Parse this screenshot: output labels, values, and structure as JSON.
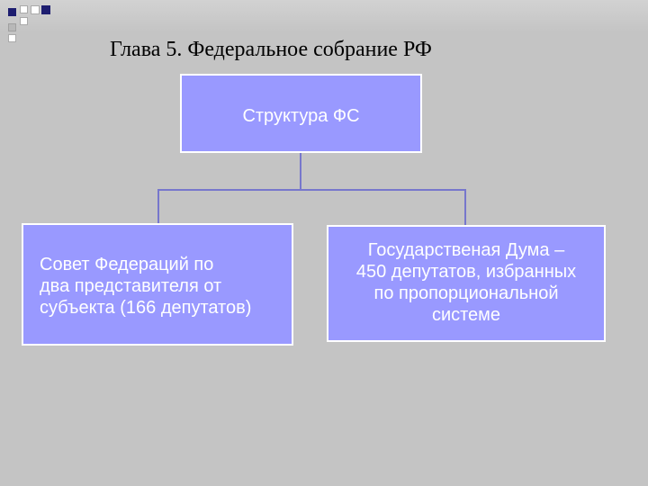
{
  "slide": {
    "title": "Глава 5. Федеральное собрание РФ"
  },
  "diagram": {
    "root": {
      "label": "Структура ФС"
    },
    "children": [
      {
        "label": "Совет Федераций      по\nдва представителя от\nсубъекта (166 депутатов)"
      },
      {
        "label": "Государственая Дума –\n450 депутатов, избранных\nпо пропорциональной\nсистеме"
      }
    ]
  },
  "colors": {
    "background": "#c4c4c4",
    "box_fill": "#9999ff",
    "box_border": "#ffffff",
    "connector": "#7777cc",
    "accent_square": "#1e1e70"
  }
}
